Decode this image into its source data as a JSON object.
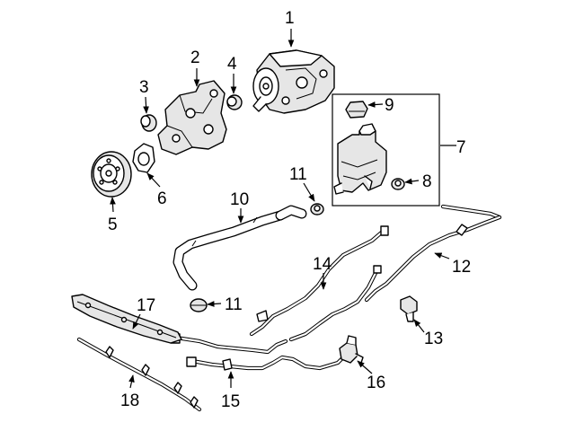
{
  "diagram": {
    "callouts": [
      {
        "id": "1",
        "label": "1"
      },
      {
        "id": "2",
        "label": "2"
      },
      {
        "id": "3",
        "label": "3"
      },
      {
        "id": "4",
        "label": "4"
      },
      {
        "id": "5",
        "label": "5"
      },
      {
        "id": "6",
        "label": "6"
      },
      {
        "id": "7",
        "label": "7"
      },
      {
        "id": "8",
        "label": "8"
      },
      {
        "id": "9",
        "label": "9"
      },
      {
        "id": "10",
        "label": "10"
      },
      {
        "id": "11a",
        "label": "11"
      },
      {
        "id": "11b",
        "label": "11"
      },
      {
        "id": "12",
        "label": "12"
      },
      {
        "id": "13",
        "label": "13"
      },
      {
        "id": "14",
        "label": "14"
      },
      {
        "id": "15",
        "label": "15"
      },
      {
        "id": "16",
        "label": "16"
      },
      {
        "id": "17",
        "label": "17"
      },
      {
        "id": "18",
        "label": "18"
      }
    ]
  }
}
